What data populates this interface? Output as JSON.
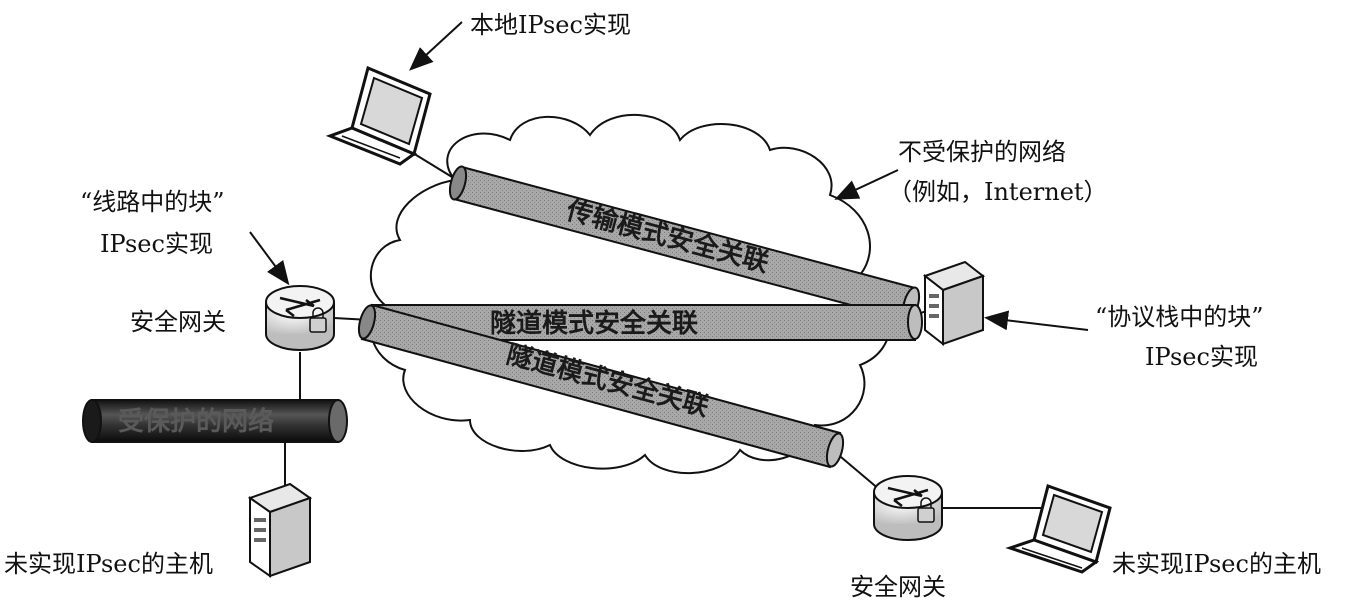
{
  "labels": {
    "local_ipsec": "本地IPsec实现",
    "unprotected_network_line1": "不受保护的网络",
    "unprotected_network_line2": "（例如，Internet）",
    "bitw_line1": "“线路中的块”",
    "bitw_line2": "IPsec实现",
    "security_gateway_left": "安全网关",
    "bits_line1": "“协议栈中的块”",
    "bits_line2": "IPsec实现",
    "host_left": "未实现IPsec的主机",
    "security_gateway_bottom": "安全网关",
    "host_right": "未实现IPsec的主机"
  },
  "tubes": {
    "transport_sa": "传输模式安全关联",
    "tunnel_sa_1": "隧道模式安全关联",
    "tunnel_sa_2": "隧道模式安全关联",
    "protected_network": "受保护的网络"
  },
  "colors": {
    "tube_fill": "#9a9a9a",
    "dark_tube_fill": "#2a2a2a",
    "line": "#111111"
  }
}
